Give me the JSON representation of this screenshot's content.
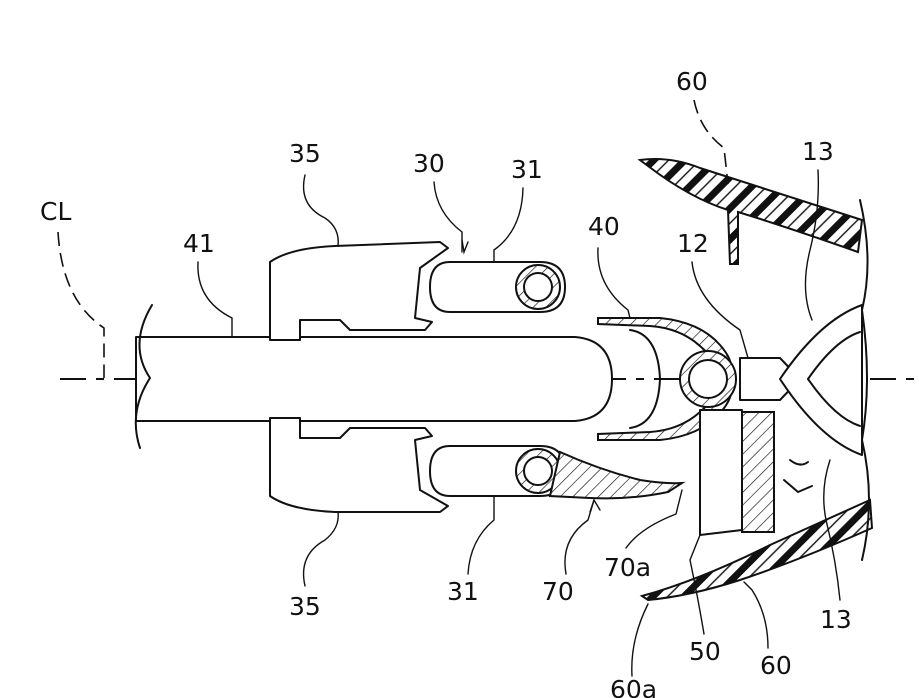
{
  "figure": {
    "labels": {
      "cl": "CL",
      "l41": "41",
      "l35_top": "35",
      "l35_bottom": "35",
      "l30": "30",
      "l31_top": "31",
      "l31_bottom": "31",
      "l40": "40",
      "l12": "12",
      "l60_top": "60",
      "l60_bottom": "60",
      "l60a": "60a",
      "l13_top": "13",
      "l13_bottom": "13",
      "l70": "70",
      "l70a": "70a",
      "l50": "50"
    }
  }
}
